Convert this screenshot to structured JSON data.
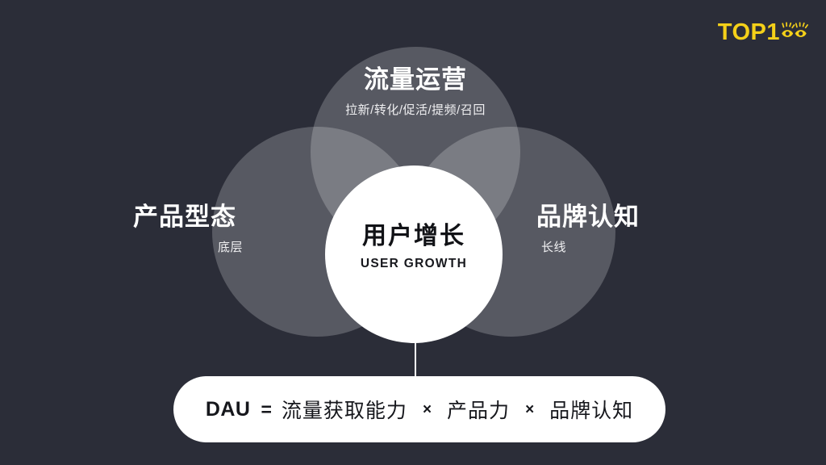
{
  "slide": {
    "background_color": "#2b2d38",
    "accent_color": "#f4d019"
  },
  "logo": {
    "text": "TOP1",
    "eyes_icon": "eyes-icon",
    "color": "#f4d019"
  },
  "venn": {
    "center": {
      "title": "用户增长",
      "subtitle": "USER GROWTH",
      "fill": "#ffffff",
      "text_color": "#16171c"
    },
    "lobes": [
      {
        "id": "traffic-operations",
        "title": "流量运营",
        "subtitle": "拉新/转化/促活/提频/召回",
        "position": "top"
      },
      {
        "id": "product-form",
        "title": "产品型态",
        "subtitle": "底层",
        "position": "left"
      },
      {
        "id": "brand-awareness",
        "title": "品牌认知",
        "subtitle": "长线",
        "position": "right"
      }
    ]
  },
  "formula": {
    "metric": "DAU",
    "equals": "=",
    "multiply": "×",
    "terms": [
      "流量获取能力",
      "产品力",
      "品牌认知"
    ]
  }
}
